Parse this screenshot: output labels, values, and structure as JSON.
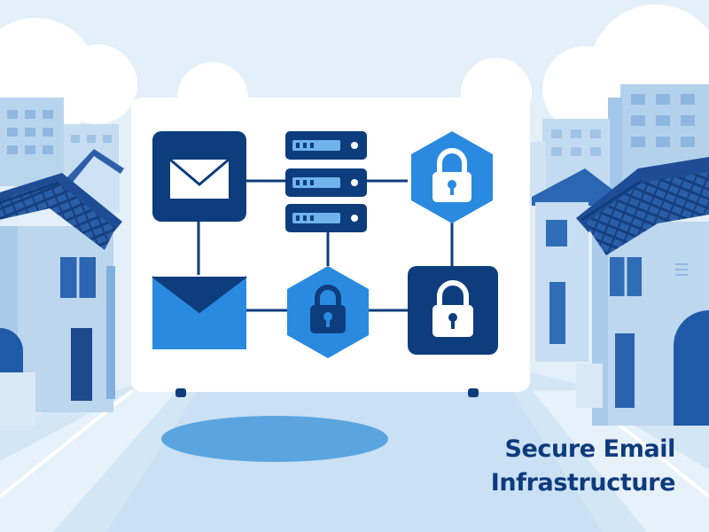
{
  "caption": {
    "line1": "Secure Email",
    "line2": "Infrastructure"
  },
  "diagram": {
    "nodes": [
      {
        "id": "mail-top",
        "icon": "envelope-icon"
      },
      {
        "id": "server-stack",
        "icon": "server-rack-icon"
      },
      {
        "id": "lock-hex-top",
        "icon": "padlock-icon"
      },
      {
        "id": "mail-bottom",
        "icon": "envelope-icon"
      },
      {
        "id": "lock-hex-middle",
        "icon": "padlock-icon"
      },
      {
        "id": "lock-square-bottom",
        "icon": "padlock-icon"
      }
    ]
  },
  "colors": {
    "navy": "#0e3d7d",
    "blue": "#2a8ae0",
    "sky": "#cfe4f6",
    "caption": "#0e3b7d"
  }
}
